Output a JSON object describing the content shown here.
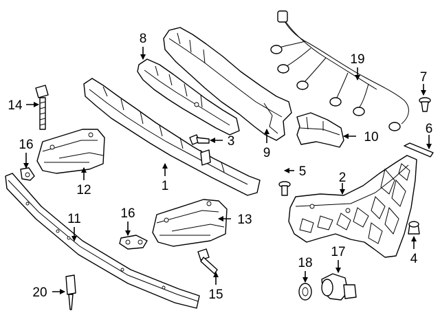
{
  "diagram": {
    "callouts": [
      {
        "id": "c1",
        "label": "1"
      },
      {
        "id": "c2",
        "label": "2"
      },
      {
        "id": "c3",
        "label": "3"
      },
      {
        "id": "c4",
        "label": "4"
      },
      {
        "id": "c5",
        "label": "5"
      },
      {
        "id": "c6",
        "label": "6"
      },
      {
        "id": "c7",
        "label": "7"
      },
      {
        "id": "c8",
        "label": "8"
      },
      {
        "id": "c9",
        "label": "9"
      },
      {
        "id": "c10",
        "label": "10"
      },
      {
        "id": "c11",
        "label": "11"
      },
      {
        "id": "c12",
        "label": "12"
      },
      {
        "id": "c13",
        "label": "13"
      },
      {
        "id": "c14",
        "label": "14"
      },
      {
        "id": "c15",
        "label": "15"
      },
      {
        "id": "c16a",
        "label": "16"
      },
      {
        "id": "c16b",
        "label": "16"
      },
      {
        "id": "c17",
        "label": "17"
      },
      {
        "id": "c18",
        "label": "18"
      },
      {
        "id": "c19",
        "label": "19"
      },
      {
        "id": "c20",
        "label": "20"
      }
    ]
  }
}
